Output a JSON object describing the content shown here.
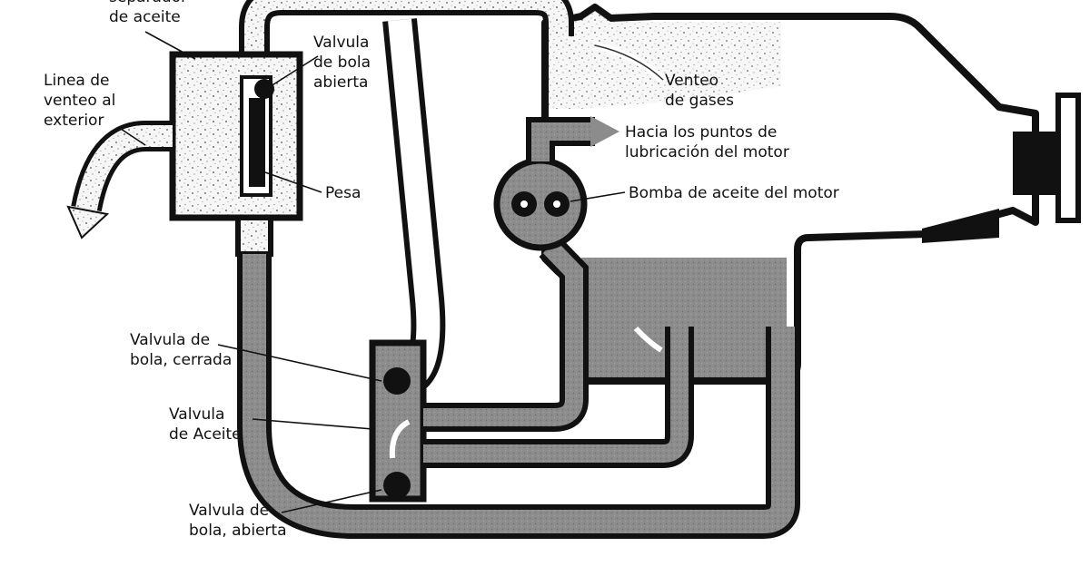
{
  "labels": {
    "separator_line1": "separador",
    "separator_line2": "de aceite",
    "vent_line_1": "Linea de",
    "vent_line_2": "venteo al",
    "vent_line_3": "exterior",
    "ball_valve_open_top_1": "Valvula",
    "ball_valve_open_top_2": "de bola",
    "ball_valve_open_top_3": "abierta",
    "weight": "Pesa",
    "gas_vent_1": "Venteo",
    "gas_vent_2": "de gases",
    "lube_points_1": "Hacia los puntos de",
    "lube_points_2": "lubricación del motor",
    "oil_pump": "Bomba de aceite del motor",
    "ball_valve_closed_1": "Valvula de",
    "ball_valve_closed_2": "bola, cerrada",
    "oil_valve_1": "Valvula",
    "oil_valve_2": "de Aceite",
    "ball_valve_open_bottom_1": "Valvula de",
    "ball_valve_open_bottom_2": "bola, abierta"
  },
  "colors": {
    "outline": "#111111",
    "oil": "#8a8a8a",
    "gas_speckle": "#f4f4f4",
    "background": "#ffffff"
  }
}
